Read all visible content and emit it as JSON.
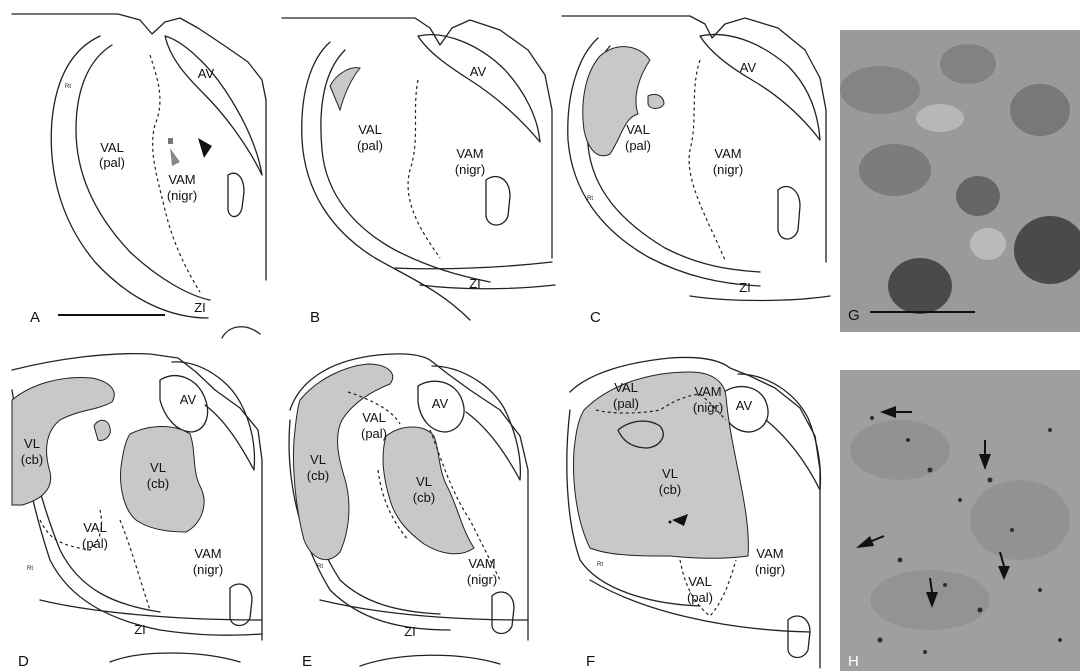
{
  "panels": {
    "A": {
      "letter": "A",
      "av": "AV",
      "rt": "Rt",
      "zi": "ZI",
      "val": "VAL",
      "val_sub": "(pal)",
      "vam": "VAM",
      "vam_sub": "(nigr)"
    },
    "B": {
      "letter": "B",
      "av": "AV",
      "zi": "ZI",
      "val": "VAL",
      "val_sub": "(pal)",
      "vam": "VAM",
      "vam_sub": "(nigr)"
    },
    "C": {
      "letter": "C",
      "av": "AV",
      "rt": "Rt",
      "zi": "ZI",
      "val": "VAL",
      "val_sub": "(pal)",
      "vam": "VAM",
      "vam_sub": "(nigr)"
    },
    "D": {
      "letter": "D",
      "av": "AV",
      "rt": "Rt",
      "zi": "ZI",
      "vl_left": "VL",
      "vl_left_sub": "(cb)",
      "vl_right": "VL",
      "vl_right_sub": "(cb)",
      "val": "VAL",
      "val_sub": "(pal)",
      "vam": "VAM",
      "vam_sub": "(nigr)"
    },
    "E": {
      "letter": "E",
      "av": "AV",
      "rt": "Rt",
      "zi": "ZI",
      "vl_left": "VL",
      "vl_left_sub": "(cb)",
      "vl_right": "VL",
      "vl_right_sub": "(cb)",
      "val": "VAL",
      "val_sub": "(pal)",
      "vam": "VAM",
      "vam_sub": "(nigr)"
    },
    "F": {
      "letter": "F",
      "av": "AV",
      "rt": "Rt",
      "vl": "VL",
      "vl_sub": "(cb)",
      "val_top": "VAL",
      "val_top_sub": "(pal)",
      "vam_top": "VAM",
      "vam_top_sub": "(nigr)",
      "val_bottom": "VAL",
      "val_bottom_sub": "(pal)",
      "vam": "VAM",
      "vam_sub": "(nigr)"
    },
    "G": {
      "letter": "G"
    },
    "H": {
      "letter": "H"
    }
  },
  "colors": {
    "labeled_region": "#c8c8c8",
    "outline": "#222222",
    "micrograph_base": "#9a9a9a",
    "micrograph_dark": "#3c3c3c"
  }
}
